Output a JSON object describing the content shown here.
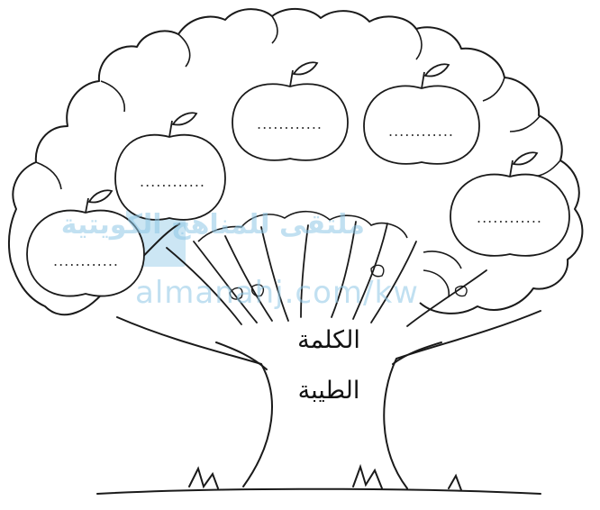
{
  "word_tree": {
    "center_label_line1": "الكلمة",
    "center_label_line2": "الطيبة",
    "apples": [
      {
        "blank": "............"
      },
      {
        "blank": "............"
      },
      {
        "blank": "............"
      },
      {
        "blank": "............"
      },
      {
        "blank": "............"
      },
      {
        "blank": "............"
      }
    ]
  },
  "watermark": {
    "arabic": "ملتقى للمناهج الكويتية",
    "latin": "almanahj.com/kw"
  },
  "colors": {
    "line": "#1a1a1a",
    "watermark": "#8fc8e6"
  }
}
